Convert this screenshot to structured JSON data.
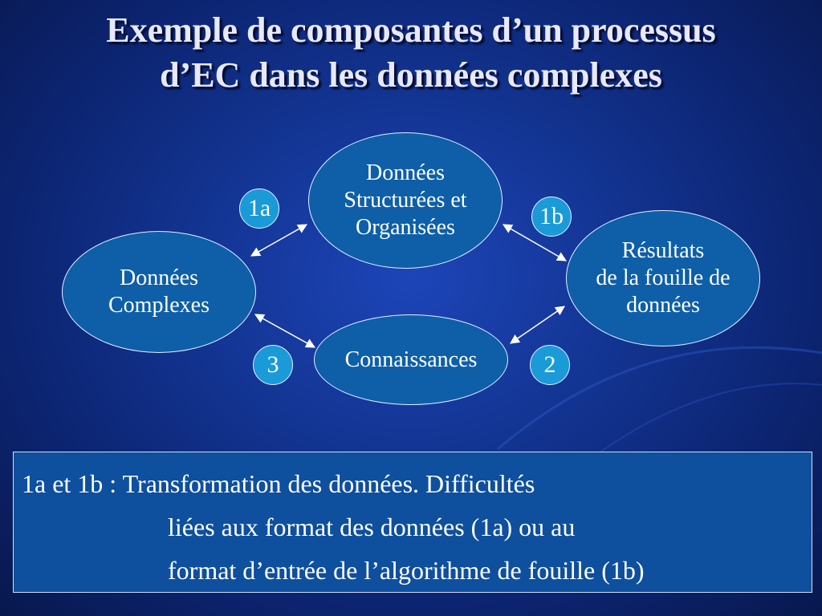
{
  "slide": {
    "title_line1": "Exemple de composantes d’un processus",
    "title_line2": "d’EC dans les données complexes"
  },
  "nodes": {
    "complex": "Données\nComplexes",
    "structured": "Données\nStructurées et\nOrganisées",
    "results": "Résultats\nde la fouille de\ndonnées",
    "knowledge": "Connaissances"
  },
  "badges": {
    "b1a": "1a",
    "b1b": "1b",
    "b2": "2",
    "b3": "3"
  },
  "note": {
    "line1": "1a et 1b : Transformation des données. Difficultés",
    "line2": "liées aux format des données (1a) ou au",
    "line3": "format d’entrée de l’algorithme de fouille (1b)"
  },
  "colors": {
    "background": "#133594",
    "node_fill": "#0e5fa8",
    "badge_fill": "#1b9ad8",
    "note_fill": "#0e4f9e"
  }
}
